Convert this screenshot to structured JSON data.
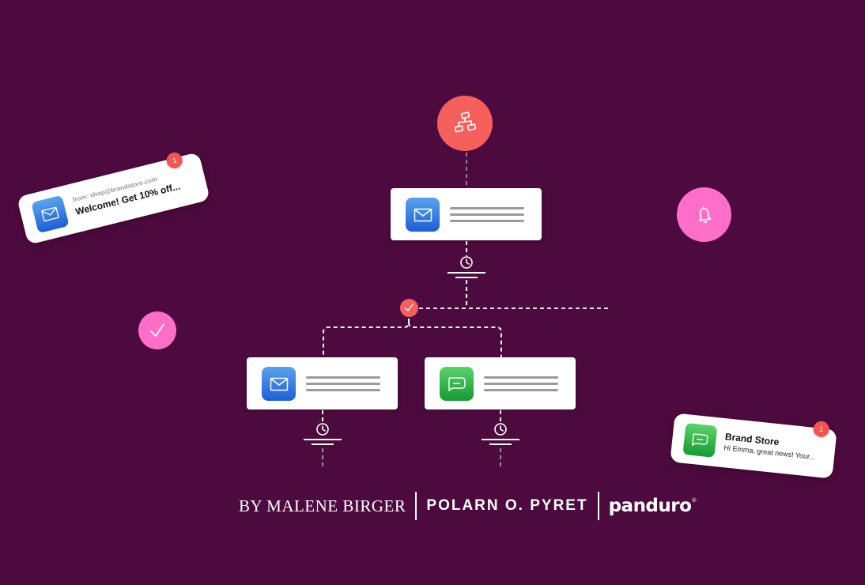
{
  "colors": {
    "background": "#4d0a3e",
    "coral": "#f55f5c",
    "pink": "#ff6ec9",
    "mail_blue": "#2a6fde",
    "chat_green": "#22a83d",
    "badge_red": "#f0564f"
  },
  "icons": {
    "top_node": "sitemap-icon",
    "bell_node": "bell-icon",
    "check_node": "checkmark-icon",
    "split_node": "checkmark-icon",
    "delay": "clock-icon",
    "email": "envelope-icon",
    "sms": "chat-bubble-icon"
  },
  "email_toast": {
    "from": "from: shop@brandstore.com",
    "subject": "Welcome! Get 10% off...",
    "badge": "1"
  },
  "sms_toast": {
    "title": "Brand Store",
    "message": "Hi Emma, great news! Your...",
    "badge": "1"
  },
  "brands": {
    "brand_1": "BY MALENE BIRGER",
    "brand_2": "POLARN O. PYRET",
    "brand_3": "panduro",
    "brand_3_mark": "®"
  }
}
